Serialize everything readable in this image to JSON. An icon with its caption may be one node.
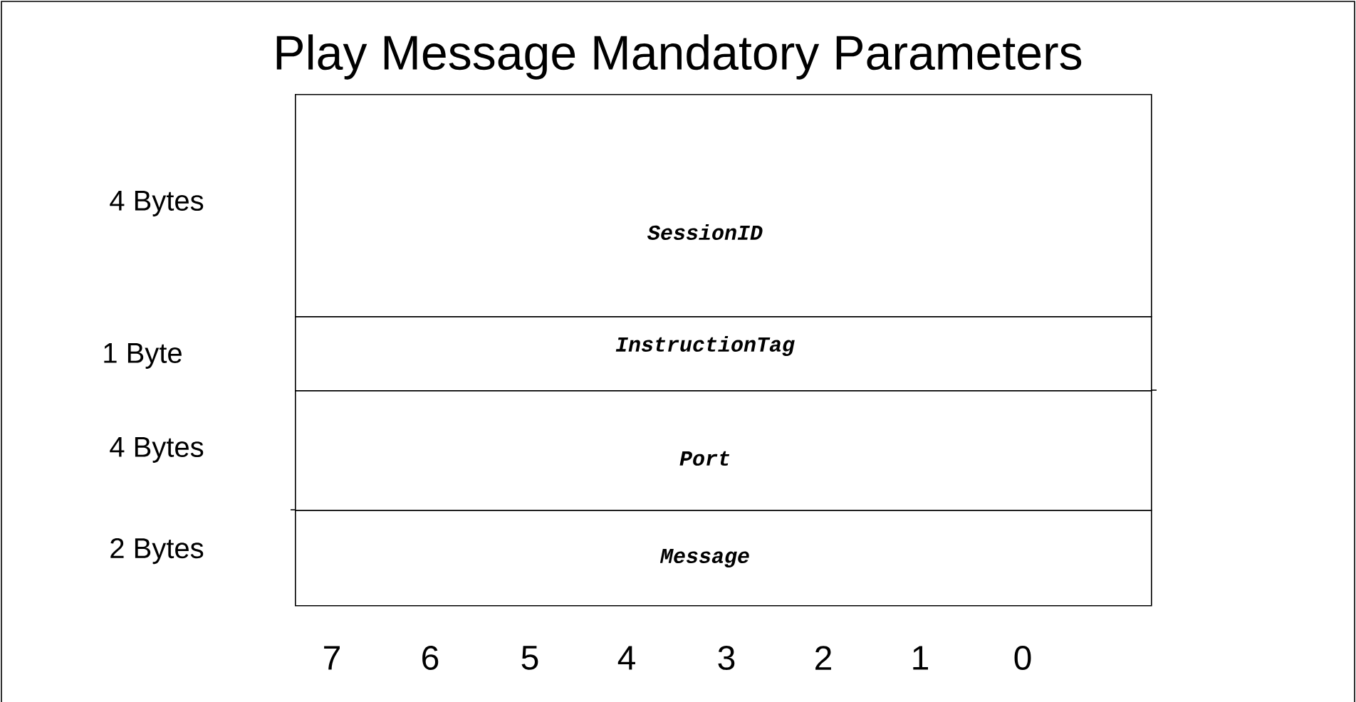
{
  "diagram": {
    "title": "Play Message Mandatory Parameters",
    "nodes": [
      {
        "text": [
          "SessionID"
        ],
        "beside": [
          "4 Bytes"
        ]
      },
      {
        "text": [
          "InstructionTag"
        ],
        "beside": [
          "1 Byte"
        ]
      },
      {
        "text": [
          "Port"
        ],
        "beside": [
          "4 Bytes"
        ]
      },
      {
        "text": [
          "Message"
        ],
        "beside": [
          "2 Bytes"
        ]
      }
    ],
    "labels": [
      "7",
      "6",
      "5",
      "4",
      "3",
      "2",
      "1",
      "0"
    ]
  }
}
